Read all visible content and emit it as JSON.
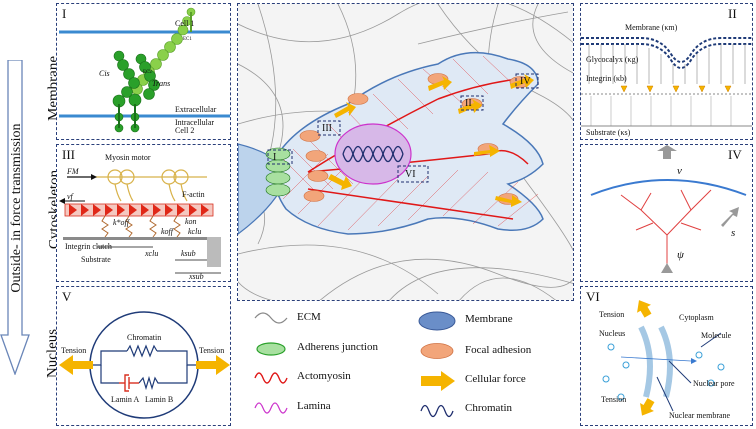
{
  "side_arrow": {
    "label": "Outside- in force transmission"
  },
  "row_labels": {
    "membrane": "Membrane",
    "cytoskeleton": "Cytoskeleton",
    "nucleus": "Nucleus"
  },
  "panels": {
    "I": {
      "numeral": "I",
      "cell1": "Cell 1",
      "cell2": "Cell 2",
      "cis": "Cis",
      "trans": "Trans",
      "ec1": "EC1",
      "ec2": "EC2",
      "extracellular": "Extracellular",
      "intracellular": "Intracellular"
    },
    "II": {
      "numeral": "II",
      "membrane": "Membrane (κm)",
      "glycocalyx": "Glycocalyx (κg)",
      "integrin": "Integrin (κb)",
      "substrate": "Substrate (κs)"
    },
    "III": {
      "numeral": "III",
      "myosin": "Myosin motor",
      "fm": "FM",
      "factin": "F-actin",
      "vf": "vf",
      "koff_star": "k*off",
      "kon": "kon",
      "koff": "koff",
      "kclu": "kclu",
      "integrin_clutch": "Integrin clutch",
      "substrate": "Substrate",
      "xclu": "xclu",
      "ksub": "ksub",
      "xsub": "xsub"
    },
    "IV": {
      "numeral": "IV",
      "v": "v",
      "s": "s",
      "psi": "ψ"
    },
    "V": {
      "numeral": "V",
      "chromatin": "Chromatin",
      "tension_left": "Tension",
      "tension_right": "Tension",
      "lamin_a": "Lamin A",
      "lamin_b": "Lamin B"
    },
    "VI": {
      "numeral": "VI",
      "tension_top": "Tension",
      "tension_bottom": "Tension",
      "nucleus": "Nucleus",
      "cytoplasm": "Cytoplasm",
      "molecule": "Molecule",
      "nuclear_pore": "Nuclear pore",
      "nuclear_membrane": "Nuclear membrane"
    }
  },
  "center": {
    "tags": [
      "I",
      "II",
      "III",
      "IV",
      "VI"
    ]
  },
  "legend": [
    {
      "key": "ecm",
      "label": "ECM"
    },
    {
      "key": "membrane",
      "label": "Membrane"
    },
    {
      "key": "adherens",
      "label": "Adherens junction"
    },
    {
      "key": "focal",
      "label": "Focal adhesion"
    },
    {
      "key": "actomyosin",
      "label": "Actomyosin"
    },
    {
      "key": "force",
      "label": "Cellular force"
    },
    {
      "key": "lamina",
      "label": "Lamina"
    },
    {
      "key": "chromatin",
      "label": "Chromatin"
    }
  ],
  "colors": {
    "dash_border": "#2a3f7a",
    "actomyosin": "#e01818",
    "force": "#f5b400",
    "adhesion": "#f2a57a",
    "junction": "#3aa83a",
    "membrane": "#4a78b8",
    "lamina": "#cc33cc",
    "chromatin": "#1f2e6e"
  }
}
